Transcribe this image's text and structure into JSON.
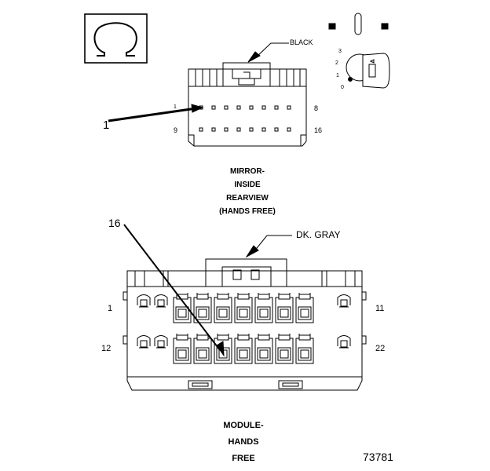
{
  "connector_top": {
    "wire_color": "BLACK",
    "pin_left_top": "1",
    "pin_right_top": "8",
    "pin_left_bottom": "9",
    "pin_right_bottom": "16",
    "callout": "1",
    "position_labels": [
      "3",
      "2",
      "1",
      "0"
    ],
    "caption_lines": [
      "MIRROR-",
      "INSIDE",
      "REARVIEW",
      "(HANDS FREE)"
    ]
  },
  "connector_bottom": {
    "wire_color": "DK. GRAY",
    "callout": "16",
    "pin_left_top": "1",
    "pin_right_top": "11",
    "pin_left_bottom": "12",
    "pin_right_bottom": "22",
    "caption_lines": [
      "MODULE-",
      "HANDS",
      "FREE"
    ]
  },
  "figure_number": "73781"
}
